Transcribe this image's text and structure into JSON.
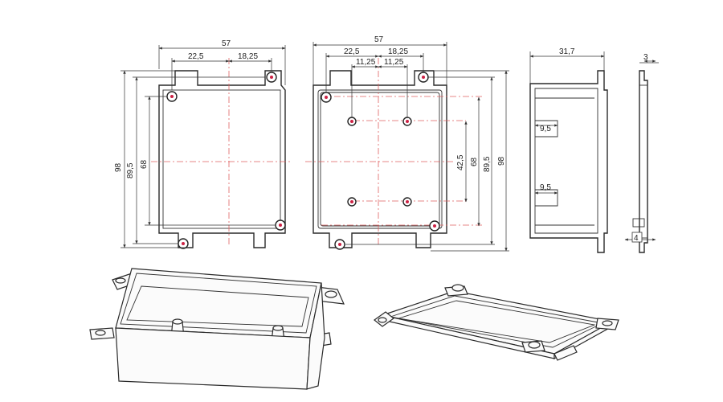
{
  "view_front_left": {
    "dim_width": "57",
    "dim_left_half": "22,5",
    "dim_right_offset": "18,25",
    "dim_height_total": "98",
    "dim_height_inner": "89,5",
    "dim_height_holes": "68"
  },
  "view_front_right": {
    "dim_width": "57",
    "dim_left": "22,5",
    "dim_right": "18,25",
    "dim_mid_left": "11,25",
    "dim_mid_right": "11,25",
    "dim_hole_spacing": "42,5",
    "dim_inner_height": "68",
    "dim_mid_height": "89,5",
    "dim_total_height": "98"
  },
  "view_side": {
    "dim_depth": "31,7",
    "dim_rib_upper": "9,5",
    "dim_rib_lower": "9,5"
  },
  "view_thin_side": {
    "dim_top": "3",
    "dim_bottom": "4"
  }
}
